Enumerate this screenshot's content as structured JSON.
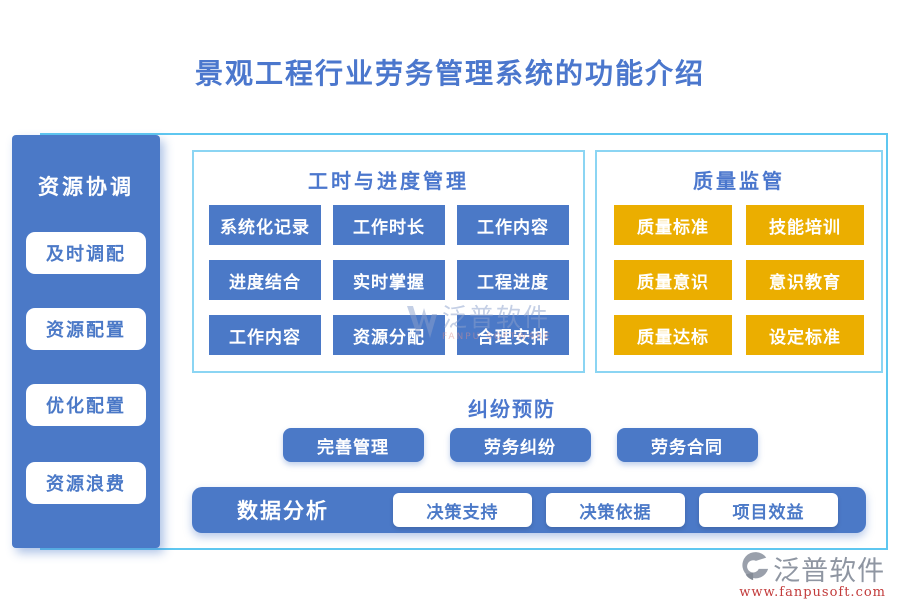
{
  "page_title": "景观工程行业劳务管理系统的功能介绍",
  "colors": {
    "primary-blue": "#4b79c7",
    "accent-yellow": "#ebae00",
    "frame-cyan": "#5ec7f0",
    "panel-cyan": "#8bd5f3",
    "title-blue": "#4b77cd",
    "logo-grey": "#8f96a2",
    "url-red": "#c23a3a"
  },
  "sidebar": {
    "title": "资源协调",
    "items": [
      {
        "label": "及时调配"
      },
      {
        "label": "资源配置"
      },
      {
        "label": "优化配置"
      },
      {
        "label": "资源浪费"
      }
    ]
  },
  "panels": [
    {
      "title": "工时与进度管理",
      "buttons": [
        "系统化记录",
        "工作时长",
        "工作内容",
        "进度结合",
        "实时掌握",
        "工程进度",
        "工作内容",
        "资源分配",
        "合理安排"
      ]
    },
    {
      "title": "质量监管",
      "buttons": [
        "质量标准",
        "技能培训",
        "质量意识",
        "意识教育",
        "质量达标",
        "设定标准"
      ]
    }
  ],
  "dispute_section": {
    "title": "纠纷预防",
    "buttons": [
      "完善管理",
      "劳务纠纷",
      "劳务合同"
    ]
  },
  "data_bar": {
    "title": "数据分析",
    "buttons": [
      "决策支持",
      "决策依据",
      "项目效益"
    ]
  },
  "watermark": {
    "text": "泛普软件",
    "subtext": "FANPU SOFTWARE"
  },
  "footer_logo": {
    "name": "泛普软件",
    "url": "www.fanpusoft.com"
  }
}
